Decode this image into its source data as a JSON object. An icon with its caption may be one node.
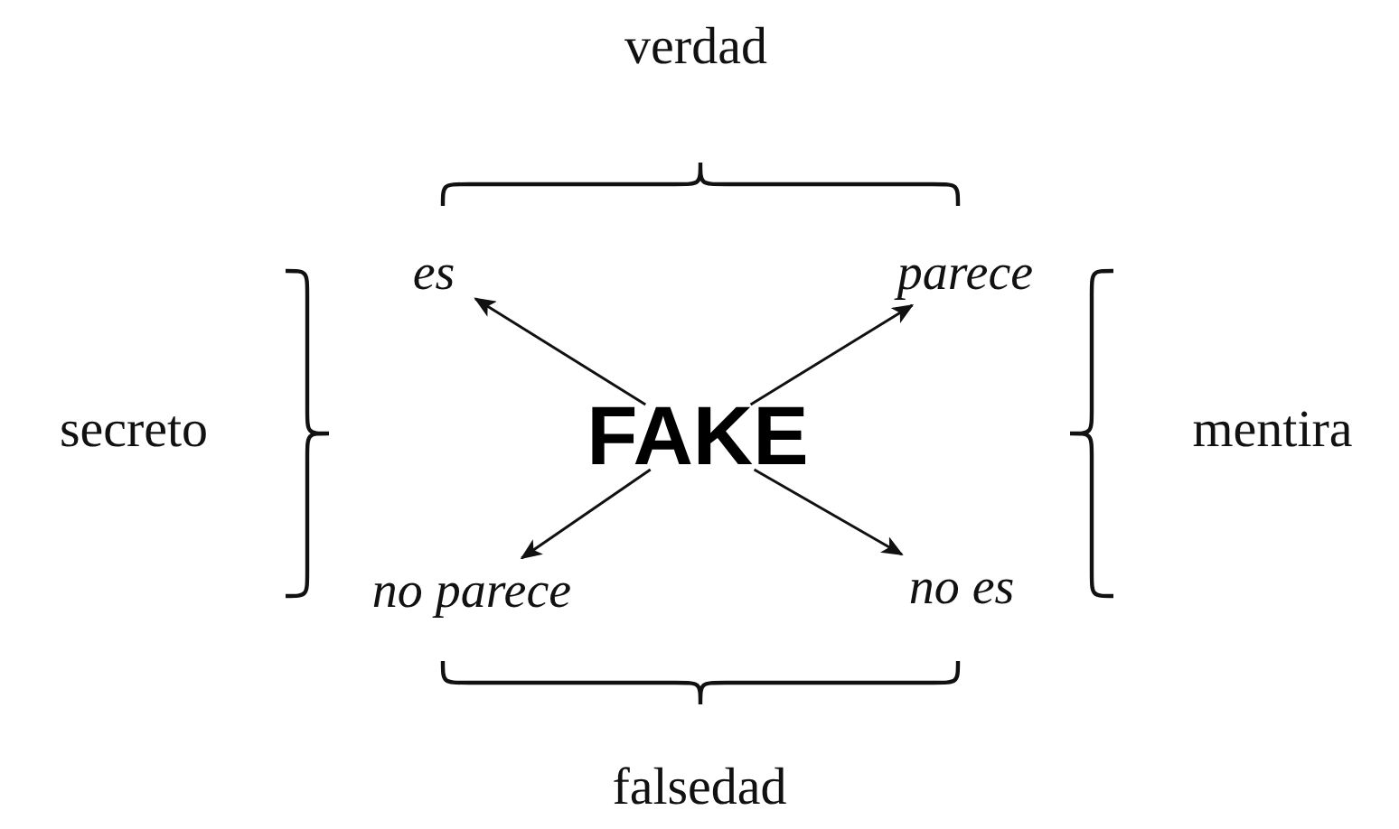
{
  "diagram": {
    "nodes": [
      {
        "text": [
          "es"
        ]
      },
      {
        "text": [
          "parece"
        ]
      },
      {
        "text": [
          "FAKE"
        ]
      },
      {
        "text": [
          "no parece"
        ]
      },
      {
        "text": [
          "no es"
        ]
      }
    ],
    "edges": [
      {
        "from": 2,
        "to": 0,
        "arrow": "to"
      },
      {
        "from": 2,
        "to": 1,
        "arrow": "to"
      },
      {
        "from": 2,
        "to": 3,
        "arrow": "to"
      },
      {
        "from": 2,
        "to": 4,
        "arrow": "to"
      }
    ],
    "labels": [
      "verdad",
      "secreto",
      "mentira",
      "falsedad"
    ]
  }
}
